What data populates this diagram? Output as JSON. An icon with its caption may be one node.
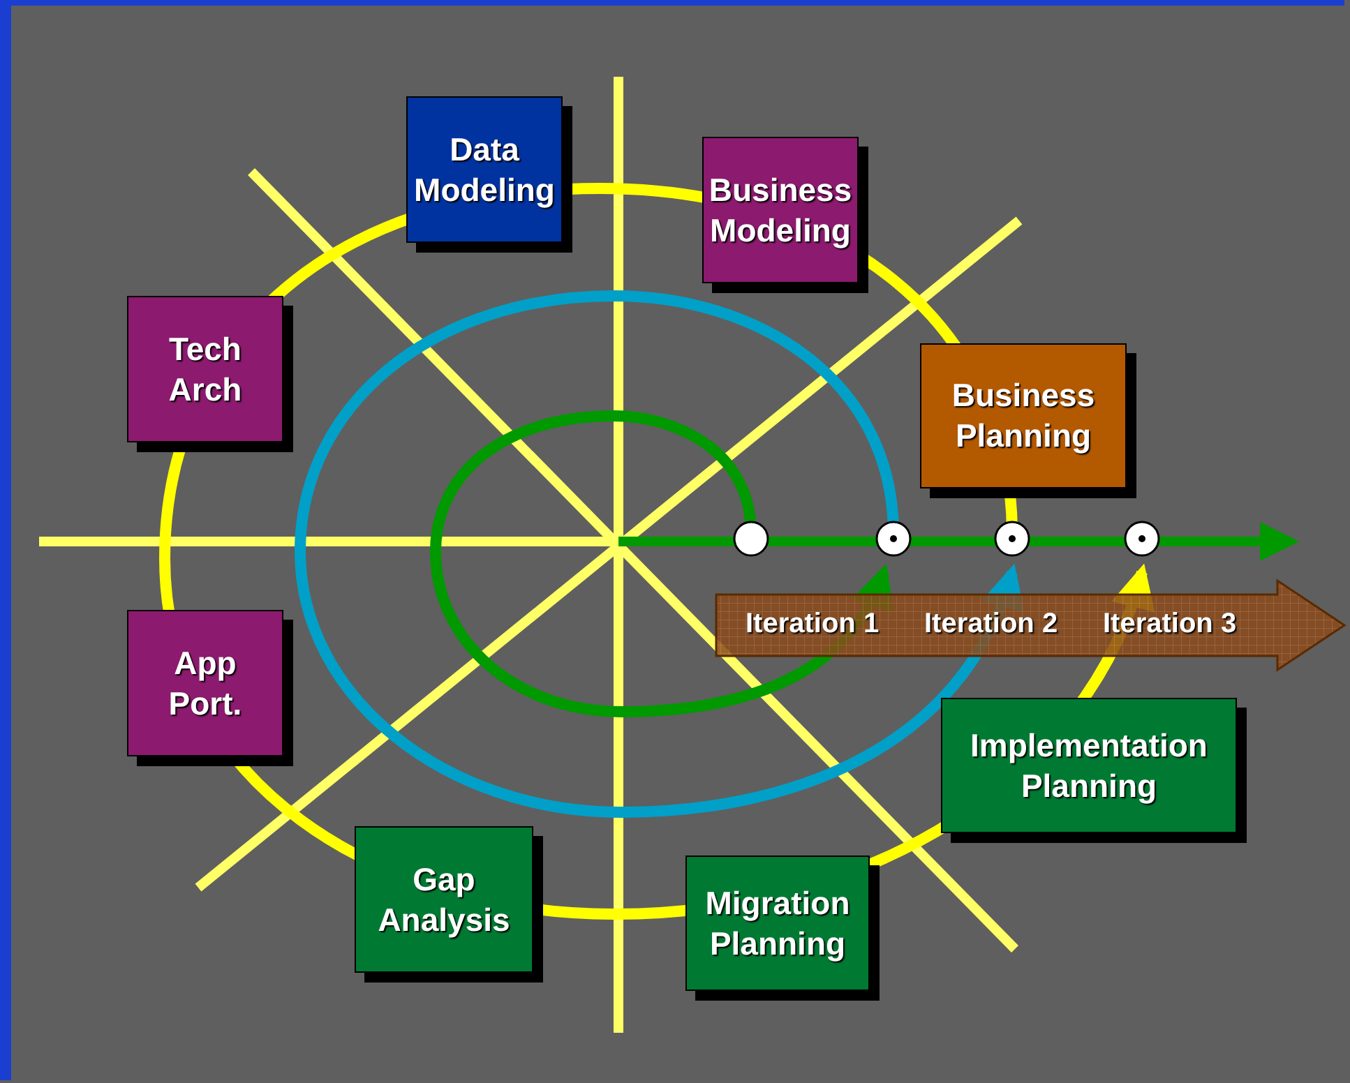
{
  "diagram": {
    "nodes": [
      {
        "text": [
          "Data Modeling"
        ]
      },
      {
        "text": [
          "Business Modeling"
        ]
      },
      {
        "text": [
          "Tech Arch"
        ]
      },
      {
        "text": [
          "Business Planning"
        ]
      },
      {
        "text": [
          "App Port."
        ]
      },
      {
        "text": [
          "Implementation Planning"
        ]
      },
      {
        "text": [
          "Gap Analysis"
        ]
      },
      {
        "text": [
          "Migration Planning"
        ]
      }
    ],
    "labels": [
      "Iteration 1",
      "Iteration 2",
      "Iteration 3"
    ]
  }
}
